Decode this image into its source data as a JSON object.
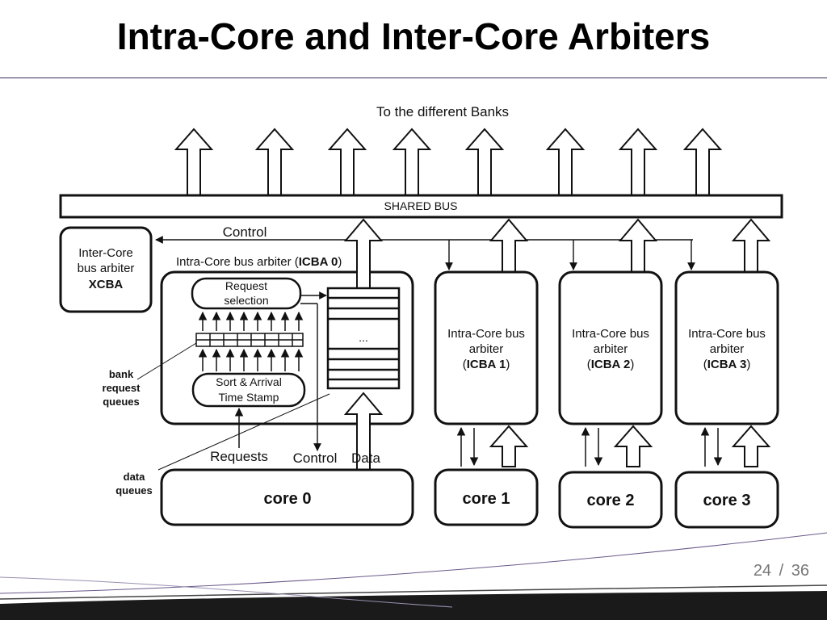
{
  "slide": {
    "title": "Intra-Core and Inter-Core Arbiters",
    "page_current": "24",
    "page_sep": "/",
    "page_total": "36"
  },
  "diagram": {
    "to_banks": "To the different Banks",
    "shared_bus": "SHARED BUS",
    "control": "Control",
    "xcba": {
      "line1": "Inter-Core",
      "line2": "bus arbiter",
      "line3": "XCBA"
    },
    "icba0": {
      "prefix": "Intra-Core bus arbiter (",
      "bold": "ICBA 0",
      "suffix": ")"
    },
    "request_selection": {
      "line1": "Request",
      "line2": "selection"
    },
    "sort_arrival": {
      "line1": "Sort & Arrival",
      "line2": "Time Stamp"
    },
    "ellipsis": "...",
    "bank_request_queues": {
      "line1": "bank",
      "line2": "request",
      "line3": "queues"
    },
    "data_queues": {
      "line1": "data",
      "line2": "queues"
    },
    "requests": "Requests",
    "control_bottom": "Control",
    "data_label": "Data",
    "icba_units": [
      {
        "line1": "Intra-Core bus",
        "line2": "arbiter",
        "bold": "ICBA 1"
      },
      {
        "line1": "Intra-Core bus",
        "line2": "arbiter",
        "bold": "ICBA 2"
      },
      {
        "line1": "Intra-Core bus",
        "line2": "arbiter",
        "bold": "ICBA 3"
      }
    ],
    "cores": [
      "core 0",
      "core 1",
      "core 2",
      "core 3"
    ]
  }
}
